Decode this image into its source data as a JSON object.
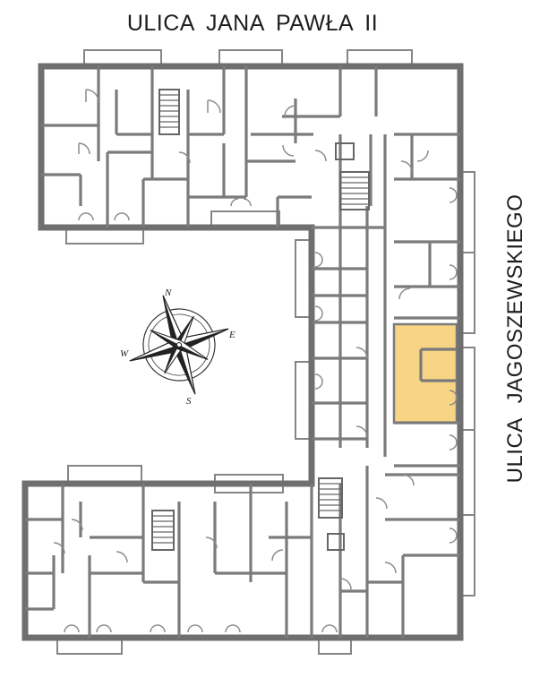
{
  "streets": {
    "top": "ULICA  JANA PAWŁA II",
    "right": "ULICA  JAGOSZEWSKIEGO"
  },
  "compass": {
    "north": "N",
    "south": "S",
    "east": "E",
    "west": "W"
  },
  "colors": {
    "highlighted_unit": "#f7d584",
    "walls": "#6f6f6f",
    "background": "#ffffff"
  }
}
